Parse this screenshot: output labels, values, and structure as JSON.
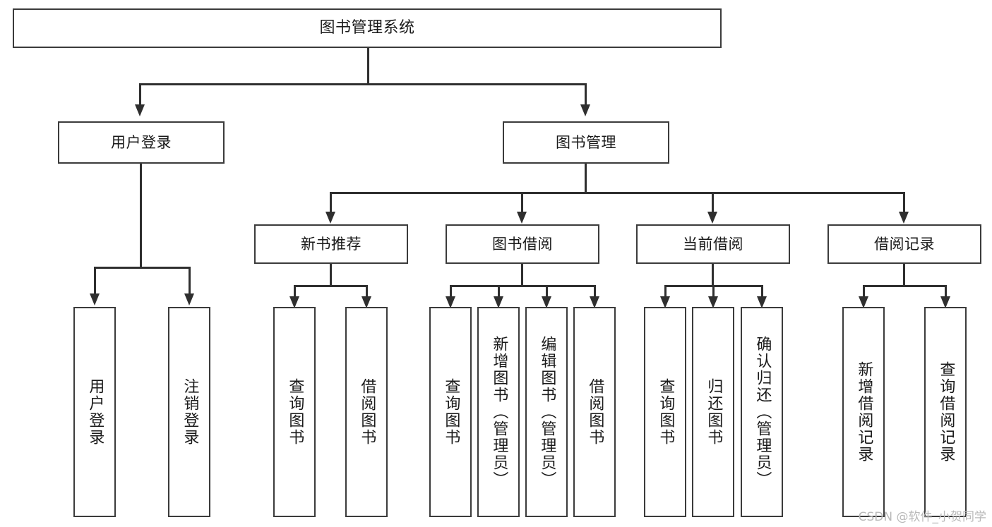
{
  "diagram": {
    "title": "图书管理系统",
    "type": "tree",
    "watermark": "CSDN @软件_小贺同学",
    "colors": {
      "box_border": "#3b3b3b",
      "connector": "#2f2f2f",
      "background": "#ffffff",
      "text": "#1a1a1a",
      "watermark": "#b9b9b9"
    },
    "root": {
      "label": "图书管理系统"
    },
    "level1": [
      {
        "id": "user-login",
        "label": "用户登录"
      },
      {
        "id": "book-manage",
        "label": "图书管理"
      }
    ],
    "level2": [
      {
        "id": "new-book-rec",
        "label": "新书推荐"
      },
      {
        "id": "book-borrow",
        "label": "图书借阅"
      },
      {
        "id": "current-borrow",
        "label": "当前借阅"
      },
      {
        "id": "borrow-record",
        "label": "借阅记录"
      }
    ],
    "leaves": {
      "user_login": [
        {
          "id": "leaf-user-login",
          "label": "用户登录"
        },
        {
          "id": "leaf-logout-login",
          "label": "注销登录"
        }
      ],
      "new_book_rec": [
        {
          "id": "leaf-query-book-1",
          "label": "查询图书"
        },
        {
          "id": "leaf-borrow-book-1",
          "label": "借阅图书"
        }
      ],
      "book_borrow": [
        {
          "id": "leaf-query-book-2",
          "label": "查询图书"
        },
        {
          "id": "leaf-add-book",
          "label": "新增图书（管理员）"
        },
        {
          "id": "leaf-edit-book",
          "label": "编辑图书（管理员）"
        },
        {
          "id": "leaf-borrow-book-2",
          "label": "借阅图书"
        }
      ],
      "current_borrow": [
        {
          "id": "leaf-query-book-3",
          "label": "查询图书"
        },
        {
          "id": "leaf-return-book",
          "label": "归还图书"
        },
        {
          "id": "leaf-confirm-return",
          "label": "确认归还（管理员）"
        }
      ],
      "borrow_record": [
        {
          "id": "leaf-add-record",
          "label": "新增借阅记录"
        },
        {
          "id": "leaf-query-record",
          "label": "查询借阅记录"
        }
      ]
    }
  }
}
